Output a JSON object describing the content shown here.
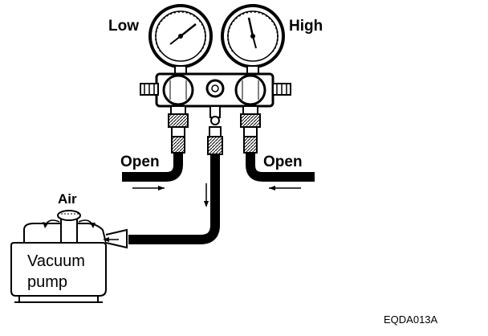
{
  "labels": {
    "low": "Low",
    "high": "High",
    "open_left": "Open",
    "open_right": "Open",
    "air": "Air",
    "pump_line1": "Vacuum",
    "pump_line2": "pump",
    "figure_code": "EQDA013A"
  },
  "icons": {
    "low_gauge": "pressure-gauge-icon",
    "high_gauge": "pressure-gauge-icon",
    "pump": "vacuum-pump-icon"
  },
  "colors": {
    "line": "#000000",
    "background": "#ffffff"
  }
}
